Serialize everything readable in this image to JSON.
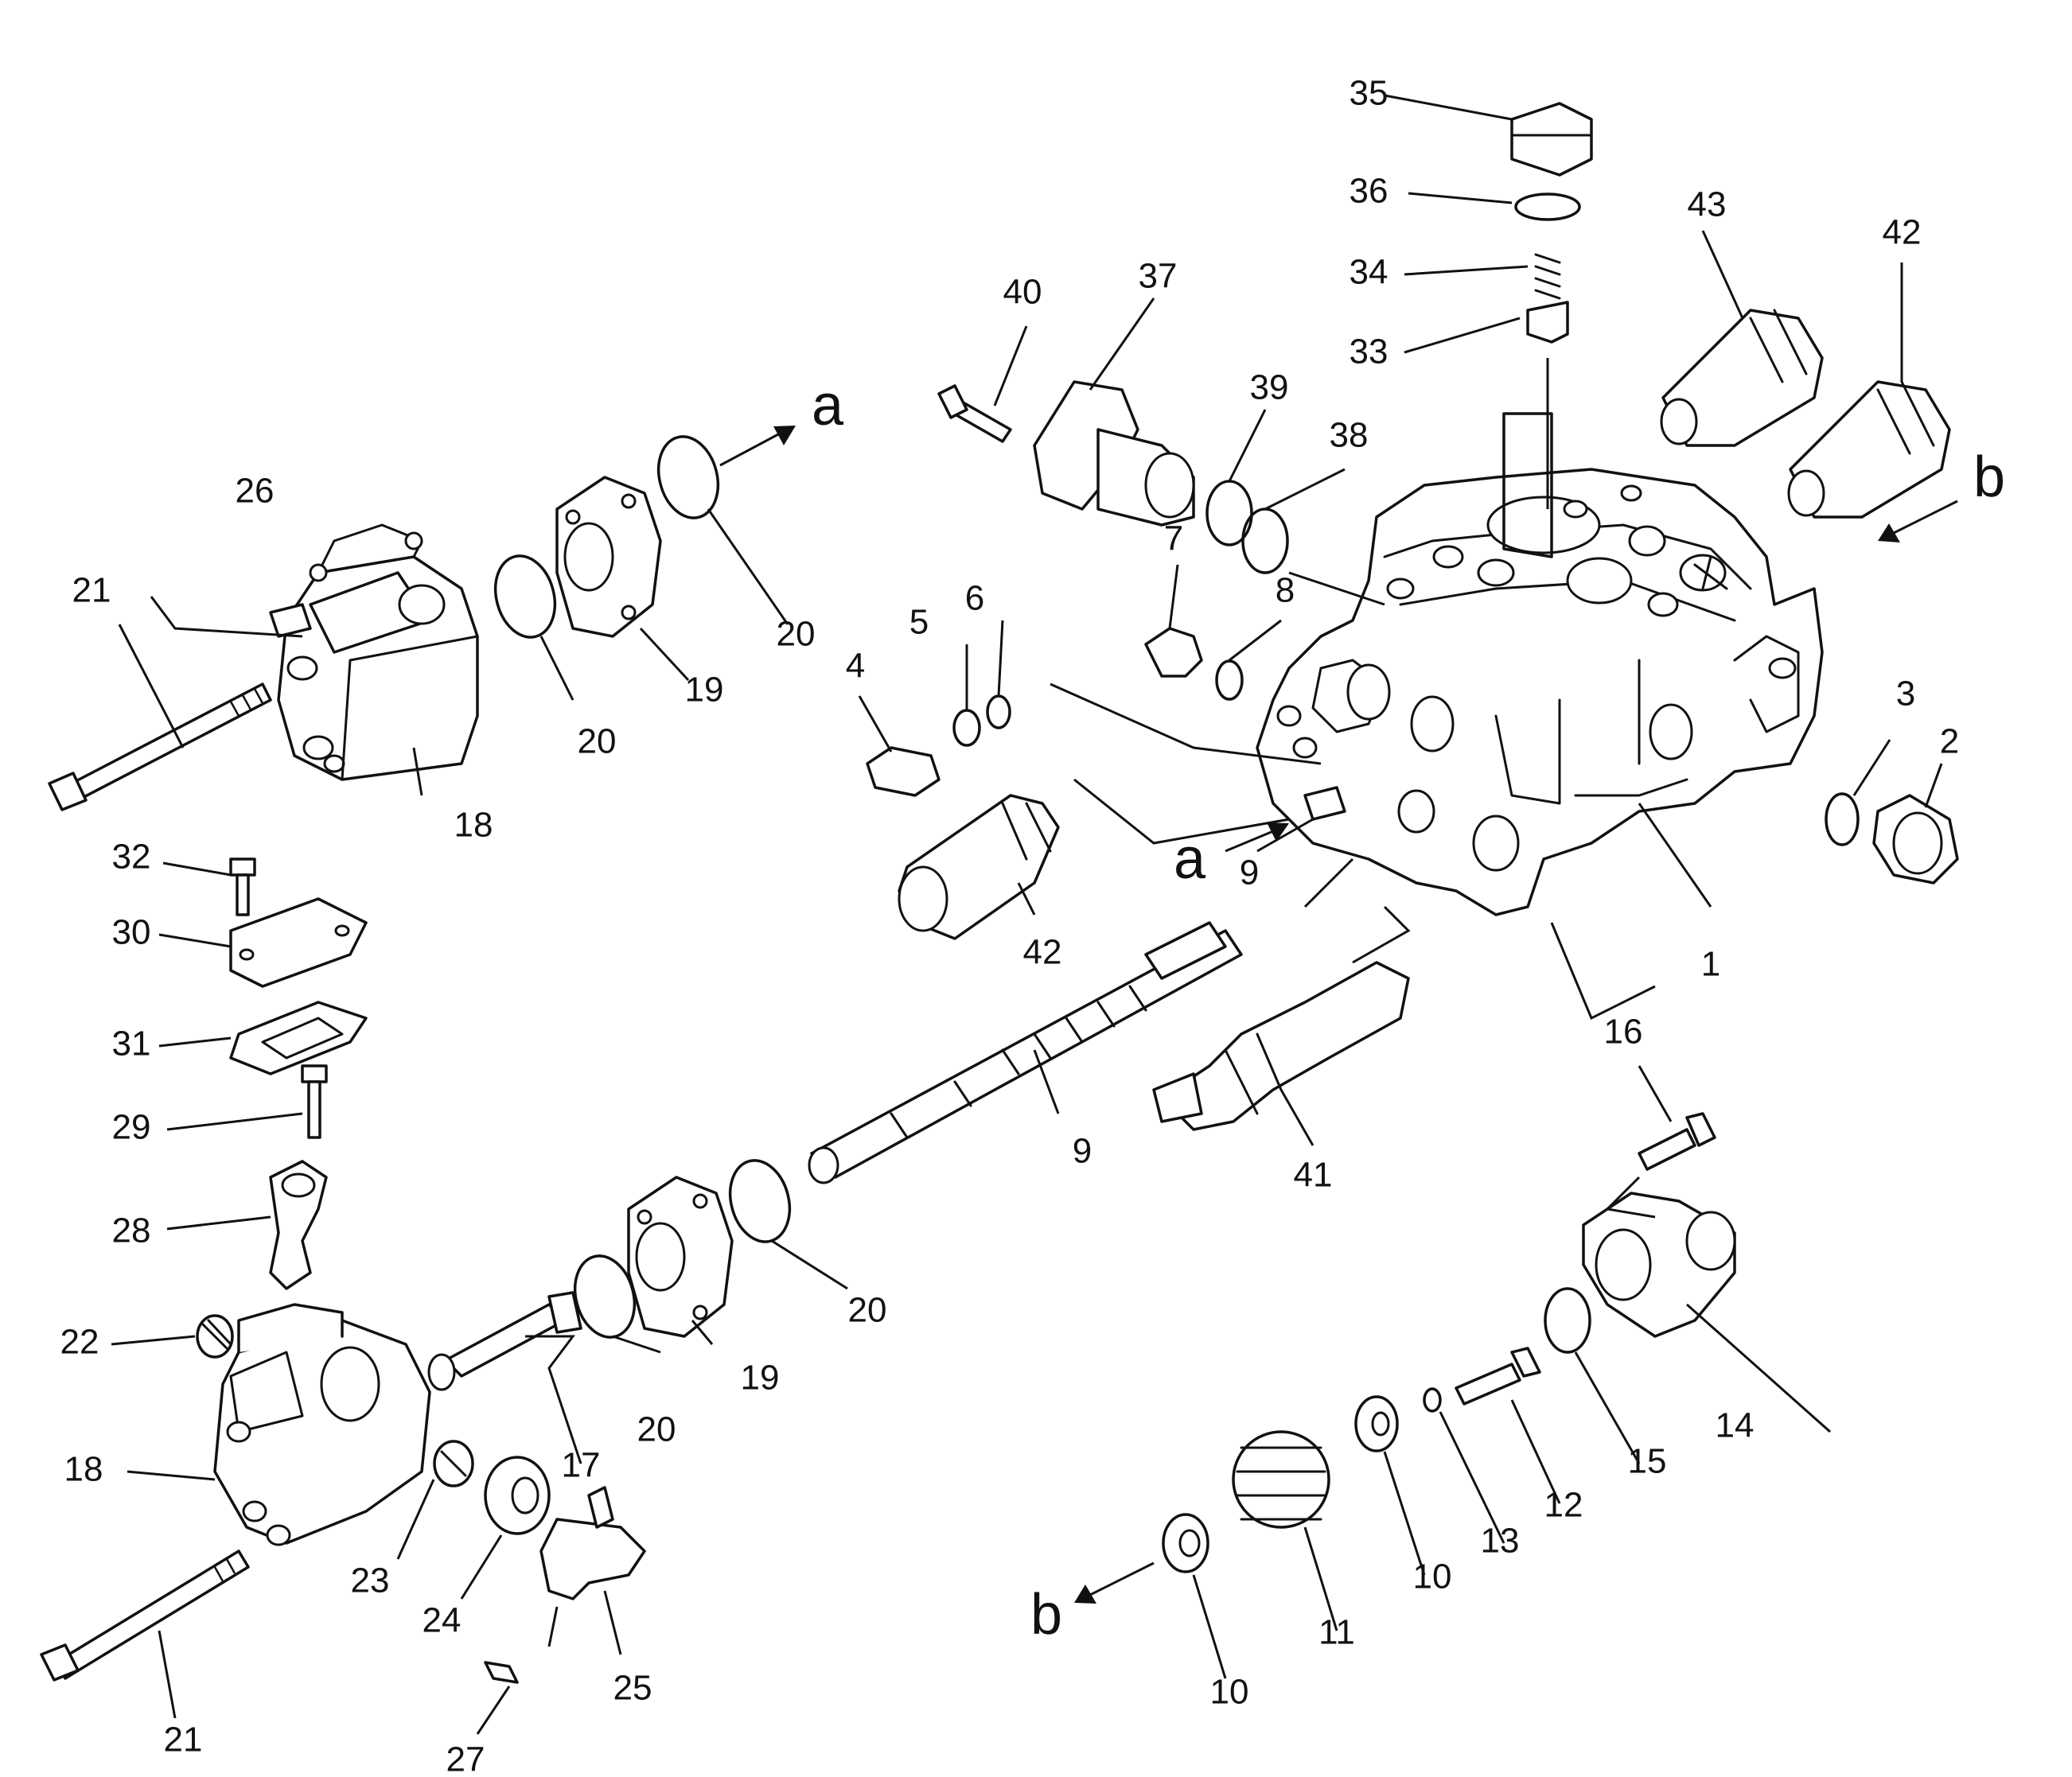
{
  "callouts": {
    "c1": "1",
    "c2": "2",
    "c3": "3",
    "c4": "4",
    "c5": "5",
    "c6": "6",
    "c7": "7",
    "c8": "8",
    "c9a": "9",
    "c9b": "9",
    "c10a": "10",
    "c10b": "10",
    "c11": "11",
    "c12": "12",
    "c13": "13",
    "c14": "14",
    "c15": "15",
    "c16": "16",
    "c17": "17",
    "c18a": "18",
    "c18b": "18",
    "c19a": "19",
    "c19b": "19",
    "c20a": "20",
    "c20b": "20",
    "c20c": "20",
    "c20d": "20",
    "c21a": "21",
    "c21b": "21",
    "c22": "22",
    "c23": "23",
    "c24": "24",
    "c25": "25",
    "c26": "26",
    "c27": "27",
    "c28": "28",
    "c29": "29",
    "c30": "30",
    "c31": "31",
    "c32": "32",
    "c33": "33",
    "c34": "34",
    "c35": "35",
    "c36": "36",
    "c37": "37",
    "c38": "38",
    "c39": "39",
    "c40": "40",
    "c41": "41",
    "c42a": "42",
    "c42b": "42",
    "c43": "43"
  },
  "refs": {
    "a_top": "a",
    "a_body": "a",
    "b_right": "b",
    "b_bottom": "b"
  }
}
